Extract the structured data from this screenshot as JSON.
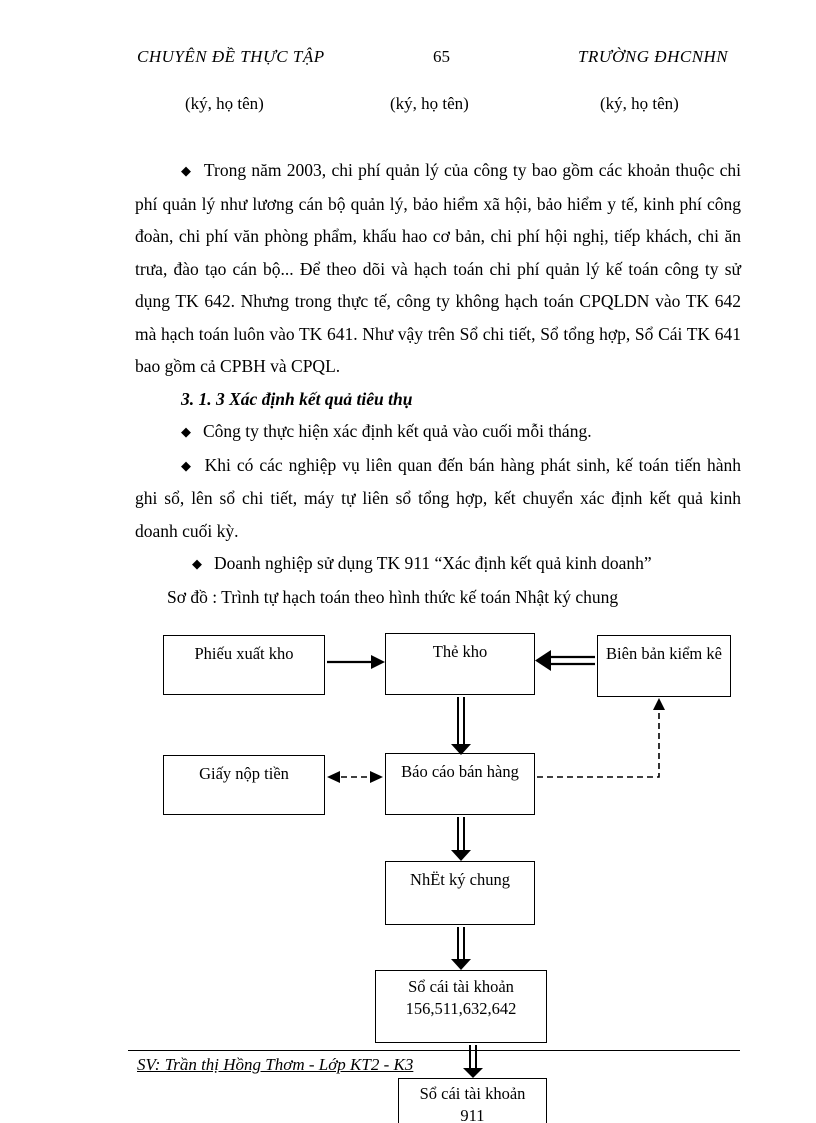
{
  "bullet_char": "◆",
  "header": {
    "left": "CHUYÊN ĐỀ THỰC TẬP",
    "page_number": "65",
    "right": "TRƯỜNG ĐHCNHN"
  },
  "signatures": [
    "(ký, họ tên)",
    "(ký, họ tên)",
    "(ký, họ tên)"
  ],
  "paragraphs": {
    "p1": "Trong năm 2003, chi phí quản lý của công ty bao gồm các khoản thuộc chi phí quản lý như lương cán bộ quản lý, bảo hiểm xã hội, bảo hiểm y tế, kinh phí công đoàn, chi phí văn phòng phẩm, khấu hao cơ bản, chi phí hội nghị, tiếp khách, chi ăn trưa, đào tạo cán bộ... Để theo dõi và hạch toán chi phí quản lý kế toán công ty sử dụng TK 642. Nhưng trong thực tế, công ty không hạch toán CPQLDN vào TK 642 mà hạch toán luôn vào TK 641. Như vậy trên Sổ chi tiết, Sổ tổng hợp, Sổ Cái TK 641 bao gồm cả CPBH và CPQL.",
    "heading": "3. 1. 3 Xác định kết quả tiêu thụ",
    "p2": "Công ty thực hiện xác định kết quả vào cuối mỗi tháng.",
    "p3": "Khi có các nghiệp vụ liên quan đến bán hàng phát sinh, kế toán tiến hành ghi sổ, lên sổ chi tiết, máy tự liên sổ tổng hợp, kết chuyển xác định kết quả kinh doanh cuối kỳ.",
    "p4": "Doanh nghiệp sử dụng TK 911 “Xác định kết quả kinh doanh”",
    "p5": "Sơ đồ : Trình tự hạch toán theo hình thức kế toán Nhật ký chung"
  },
  "diagram": {
    "boxes": {
      "phieu_xuat_kho": "Phiếu xuất kho",
      "the_kho": "Thẻ kho",
      "bien_ban_kiem_ke": "Biên bản kiểm kê",
      "giay_nop_tien": "Giấy nộp tiền",
      "bao_cao_ban_hang": "Báo cáo bán hàng",
      "nhat_ky_chung": "NhËt ký chung",
      "so_cai_156_line1": "Sổ cái tài khoản",
      "so_cai_156_line2": "156,511,632,642",
      "so_cai_911_line1": "Sổ cái tài khoản",
      "so_cai_911_line2": "911"
    }
  },
  "footer": {
    "text": "SV: Trần thị Hồng Thơm - Lớp KT2 - K3"
  }
}
